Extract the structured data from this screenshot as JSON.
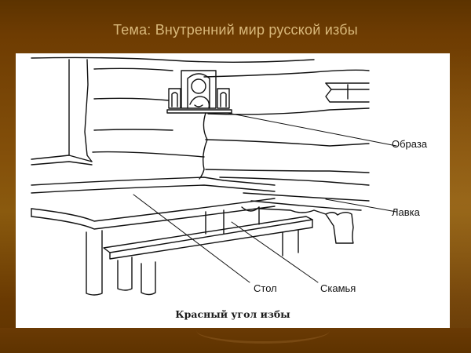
{
  "slide": {
    "title": "Тема: Внутренний мир русской избы",
    "colors": {
      "background": "#6e3c02",
      "title_text": "#d9b87a",
      "panel": "#ffffff",
      "line": "#111111"
    }
  },
  "illustration": {
    "caption": "Красный угол избы",
    "labels": [
      {
        "id": "icons",
        "text": "Образа"
      },
      {
        "id": "bench-wall",
        "text": "Лавка"
      },
      {
        "id": "table",
        "text": "Стол"
      },
      {
        "id": "bench",
        "text": "Скамья"
      }
    ]
  }
}
